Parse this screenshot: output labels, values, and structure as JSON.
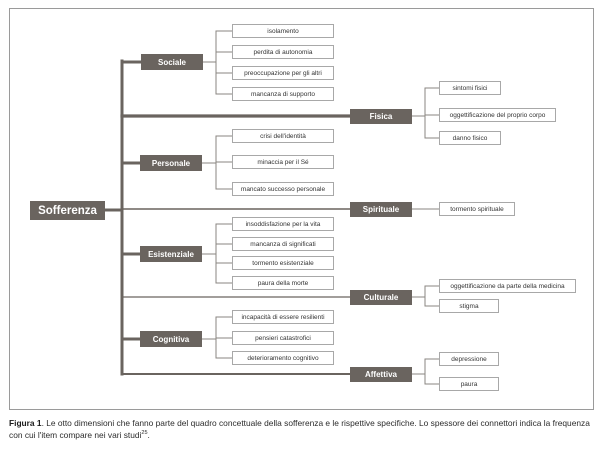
{
  "diagram": {
    "root": "Sofferenza",
    "categories": [
      {
        "label": "Sociale",
        "items": [
          "isolamento",
          "perdita di autonomia",
          "preoccupazione per gli altri",
          "mancanza di supporto"
        ]
      },
      {
        "label": "Fisica",
        "items": [
          "sintomi fisici",
          "oggettificazione del proprio corpo",
          "danno fisico"
        ]
      },
      {
        "label": "Personale",
        "items": [
          "crisi dell'identità",
          "minaccia per il Sé",
          "mancato successo personale"
        ]
      },
      {
        "label": "Spirituale",
        "items": [
          "tormento spirituale"
        ]
      },
      {
        "label": "Esistenziale",
        "items": [
          "insoddisfazione per la vita",
          "mancanza di significati",
          "tormento esistenziale",
          "paura della morte"
        ]
      },
      {
        "label": "Culturale",
        "items": [
          "oggettificazione da parte della medicina",
          "stigma"
        ]
      },
      {
        "label": "Cognitiva",
        "items": [
          "incapacità di essere resilienti",
          "pensieri catastrofici",
          "deterioramento cognitivo"
        ]
      },
      {
        "label": "Affettiva",
        "items": [
          "depressione",
          "paura"
        ]
      }
    ],
    "colors": {
      "node": "#6a645f",
      "connector": "#6a645f",
      "leaf_border": "#a8a8a8"
    }
  },
  "caption": {
    "label": "Figura 1",
    "text": ". Le otto dimensioni che fanno parte del quadro concettuale della sofferenza e le rispettive specifiche. Lo spessore dei connettori indica la frequenza con cui l'item compare nei vari studi",
    "ref": "25"
  }
}
